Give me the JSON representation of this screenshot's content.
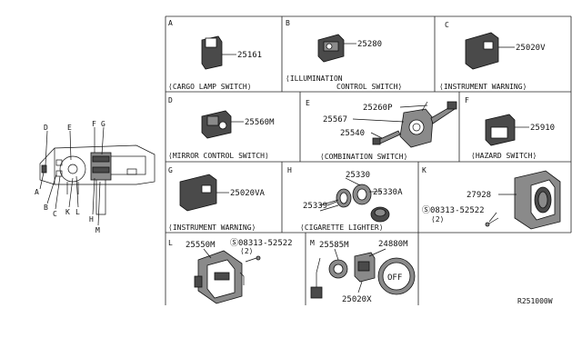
{
  "overview": {
    "labels": {
      "A": "A",
      "B": "B",
      "C": "C",
      "D": "D",
      "E": "E",
      "F": "F",
      "G": "G",
      "H": "H",
      "K": "K",
      "L": "L",
      "M": "M"
    }
  },
  "sections": {
    "A": {
      "letter": "A",
      "parts": [
        "25161"
      ],
      "caption": "⟨CARGO LAMP SWITCH⟩"
    },
    "B": {
      "letter": "B",
      "parts": [
        "25280"
      ],
      "caption_line1": "⟨ILLUMINATION",
      "caption_line2": "CONTROL SWITCH⟩"
    },
    "C": {
      "letter": "C",
      "parts": [
        "25020V"
      ],
      "caption": "⟨INSTRUMENT WARNING⟩"
    },
    "D": {
      "letter": "D",
      "parts": [
        "25560M"
      ],
      "caption": "⟨MIRROR CONTROL SWITCH⟩"
    },
    "E": {
      "letter": "E",
      "parts": [
        "25260P",
        "25567",
        "25540"
      ],
      "caption": "⟨COMBINATION SWITCH⟩"
    },
    "F": {
      "letter": "F",
      "parts": [
        "25910"
      ],
      "caption": "⟨HAZARD SWITCH⟩"
    },
    "G": {
      "letter": "G",
      "parts": [
        "25020VA"
      ],
      "caption": "⟨INSTRUMENT WARNING⟩"
    },
    "H": {
      "letter": "H",
      "parts": [
        "25330",
        "25330A",
        "25339"
      ],
      "caption": "⟨CIGARETTE LIGHTER⟩"
    },
    "K": {
      "letter": "K",
      "parts": [
        "27928"
      ],
      "screw": "Ⓢ08313-52522",
      "qty": "⟨2⟩"
    },
    "L": {
      "letter": "L",
      "parts": [
        "25550M"
      ],
      "screw": "Ⓢ08313-52522",
      "qty": "⟨2⟩"
    },
    "M": {
      "letter": "M",
      "parts": [
        "25585M",
        "24880M",
        "25020X"
      ],
      "knob_text": "OFF"
    }
  },
  "diagram_code": "R251000W"
}
